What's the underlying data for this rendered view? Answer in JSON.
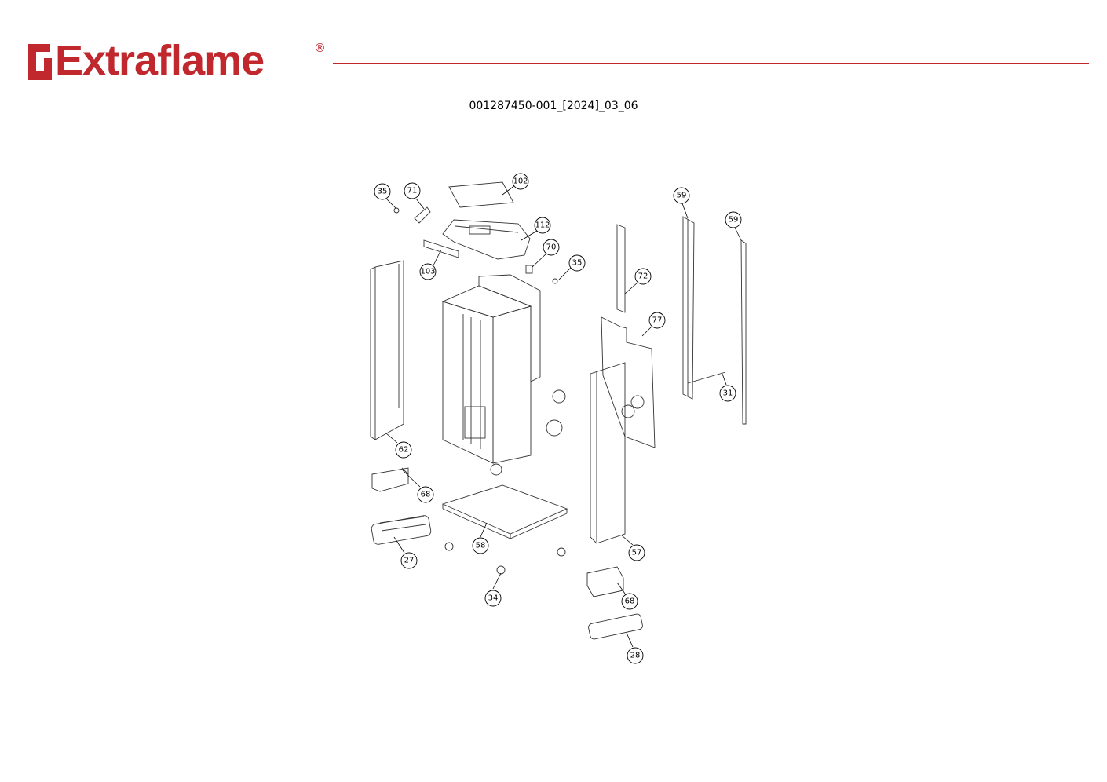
{
  "header": {
    "brand": "Extraflame",
    "registered_mark": "®",
    "document_id": "001287450-001_[2024]_03_06",
    "brand_color": "#c0282e"
  },
  "callouts": [
    {
      "id": "c35a",
      "label": "35"
    },
    {
      "id": "c71",
      "label": "71"
    },
    {
      "id": "c102",
      "label": "102"
    },
    {
      "id": "c112",
      "label": "112"
    },
    {
      "id": "c70",
      "label": "70"
    },
    {
      "id": "c35b",
      "label": "35"
    },
    {
      "id": "c103",
      "label": "103"
    },
    {
      "id": "c59a",
      "label": "59"
    },
    {
      "id": "c59b",
      "label": "59"
    },
    {
      "id": "c72",
      "label": "72"
    },
    {
      "id": "c77",
      "label": "77"
    },
    {
      "id": "c31",
      "label": "31"
    },
    {
      "id": "c62",
      "label": "62"
    },
    {
      "id": "c68a",
      "label": "68"
    },
    {
      "id": "c58",
      "label": "58"
    },
    {
      "id": "c27",
      "label": "27"
    },
    {
      "id": "c57",
      "label": "57"
    },
    {
      "id": "c34",
      "label": "34"
    },
    {
      "id": "c68b",
      "label": "68"
    },
    {
      "id": "c28",
      "label": "28"
    }
  ]
}
